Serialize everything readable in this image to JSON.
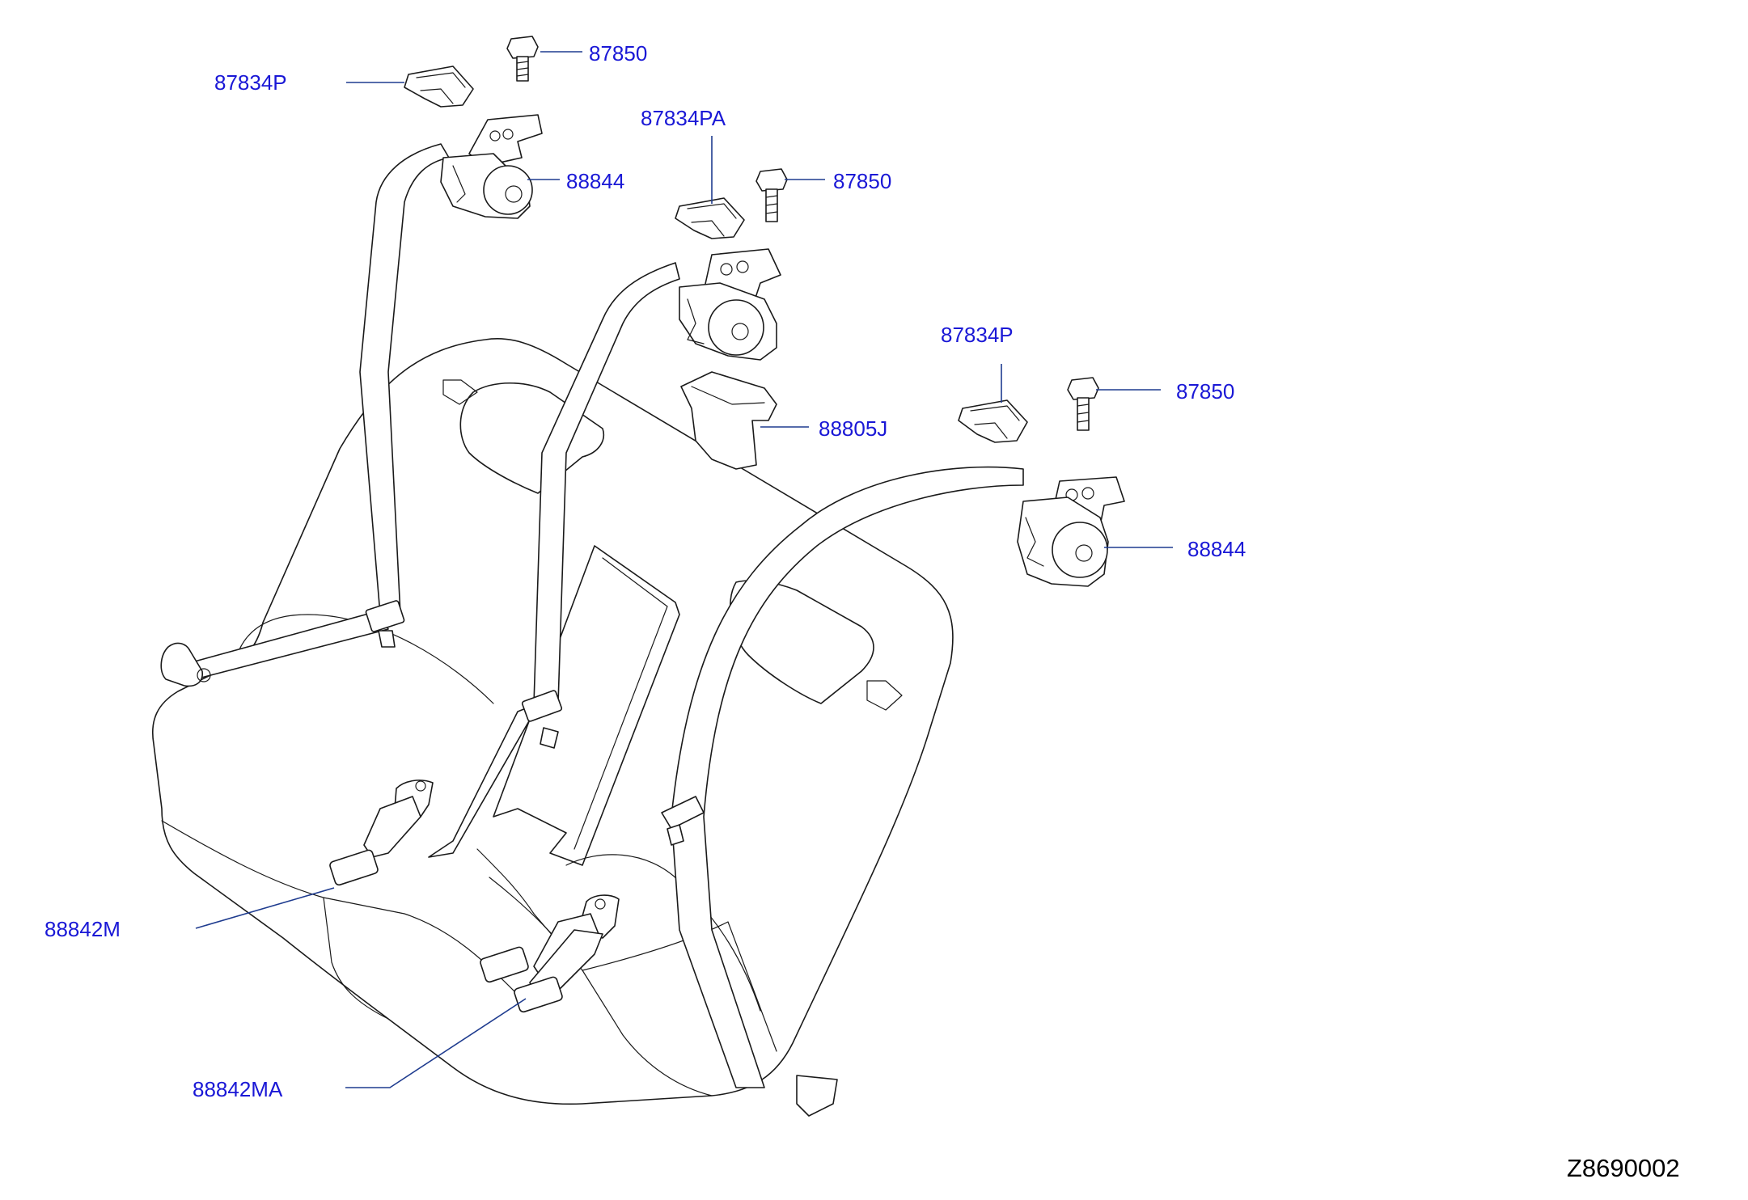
{
  "callouts": {
    "c87834p_top": "87834P",
    "c87850_top": "87850",
    "c88844_left": "88844",
    "c87834pa": "87834PA",
    "c87850_mid": "87850",
    "c87834p_right": "87834P",
    "c87850_right": "87850",
    "c88805j": "88805J",
    "c88844_right": "88844",
    "c88842m": "88842M",
    "c88842ma": "88842MA"
  },
  "diagram_code": "Z8690002",
  "colors": {
    "callout_text": "#1a18d6",
    "leader_line": "#1f3c8f",
    "line_art": "#1a1a1a"
  }
}
